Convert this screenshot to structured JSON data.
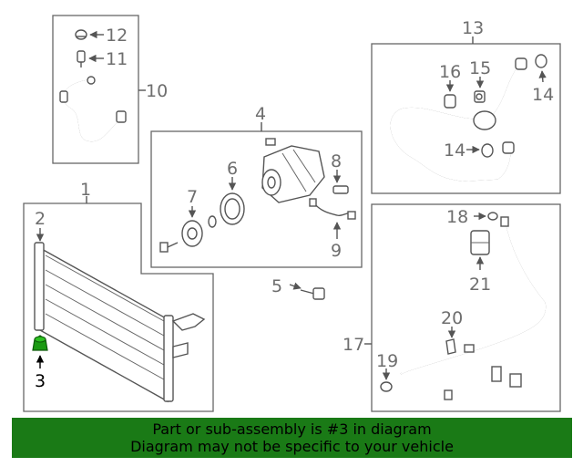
{
  "callouts": {
    "c1": "1",
    "c2": "2",
    "c3": "3",
    "c4": "4",
    "c5": "5",
    "c6": "6",
    "c7": "7",
    "c8": "8",
    "c9": "9",
    "c10": "10",
    "c11": "11",
    "c12": "12",
    "c13": "13",
    "c14a": "14",
    "c14b": "14",
    "c15": "15",
    "c16": "16",
    "c17": "17",
    "c18": "18",
    "c19": "19",
    "c20": "20",
    "c21": "21"
  },
  "highlight": {
    "part_number": "3",
    "color": "#1a9a12"
  },
  "banner": {
    "line1": "Part or sub-assembly is #3 in diagram",
    "line2": "Diagram may not be specific to your vehicle",
    "color": "#1a7a16"
  }
}
